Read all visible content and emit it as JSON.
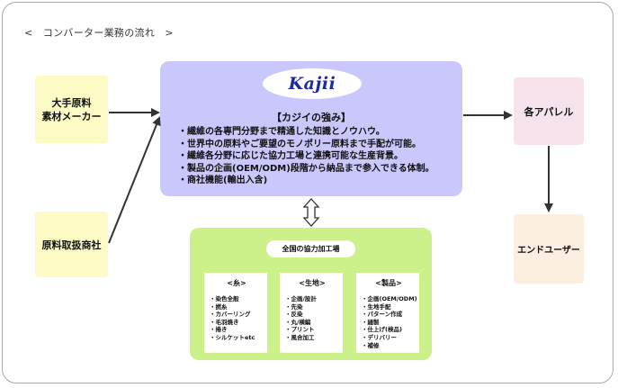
{
  "heading": "<　コンバーター業務の流れ　>",
  "sources": {
    "makers": [
      "大手原料",
      "素材メーカー"
    ],
    "trader": "原料取扱商社"
  },
  "kajii": {
    "logo": "Kajii",
    "strengths_title": "【カジイの強み】",
    "strengths": [
      "・繊維の各専門分野まで精通した知識とノウハウ。",
      "・世界中の原料やご要望のモノポリー原料まで手配が可能。",
      "・繊維各分野に応じた協力工場と連携可能な生産背景。",
      "・製品の企画(OEM/ODM)段階から納品まで参入できる体制。",
      "・商社機能(輸出入含)"
    ]
  },
  "partners": {
    "title": "全国の協力加工場",
    "cards": [
      {
        "title": "<糸>",
        "items": [
          "・染色全般",
          "・撚糸",
          "・カバーリング",
          "・毛羽焼き",
          "・捲き",
          "・シルケットetc"
        ]
      },
      {
        "title": "<生地>",
        "items": [
          "・企画/設計",
          "・先染",
          "・反染",
          "・丸/横編",
          "・プリント",
          "・風合加工"
        ]
      },
      {
        "title": "<製品>",
        "items": [
          "・企画(OEM/ODM)",
          "・生地手配",
          "・パターン作成",
          "・縫製",
          "・仕上げ(検品)",
          "・デリバリー",
          "・補修"
        ]
      }
    ]
  },
  "destinations": {
    "apparel": "各アパレル",
    "end_user": "エンドユーザー"
  }
}
